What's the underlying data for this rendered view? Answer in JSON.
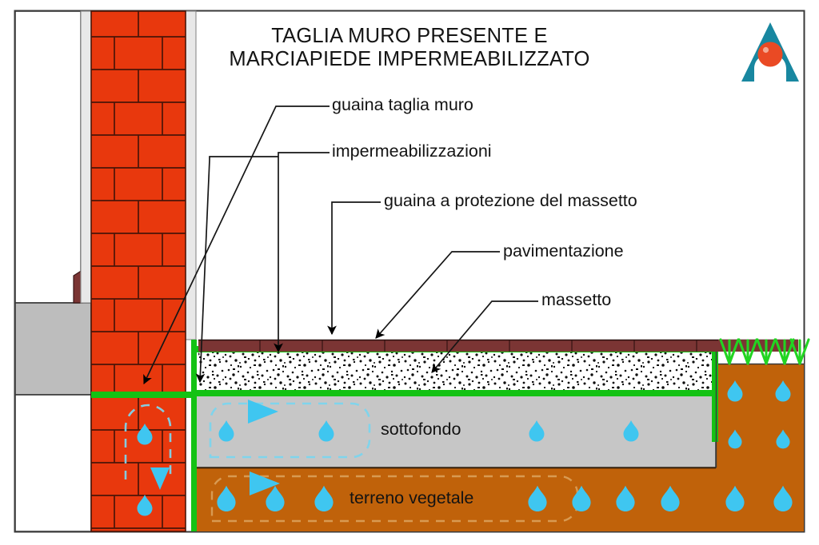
{
  "diagram": {
    "title_line1": "TAGLIA MURO PRESENTE E",
    "title_line2": "MARCIAPIEDE IMPERMEABILIZZATO",
    "language": "it",
    "type": "building-section-detail"
  },
  "logo": {
    "name": "azienda-logo",
    "shape": "letter-A-with-circle",
    "color_primary": "#1887A0",
    "color_accent": "#EA4A24"
  },
  "callouts": [
    {
      "id": "guaina-taglia-muro",
      "label": "guaina taglia muro"
    },
    {
      "id": "impermeabilizzazioni",
      "label": "impermeabilizzazioni"
    },
    {
      "id": "guaina-massetto",
      "label": "guaina a protezione del massetto"
    },
    {
      "id": "pavimentazione",
      "label": "pavimentazione"
    },
    {
      "id": "massetto",
      "label": "massetto"
    }
  ],
  "layer_labels": [
    {
      "id": "sottofondo",
      "label": "sottofondo"
    },
    {
      "id": "terreno-vegetale",
      "label": "terreno vegetale"
    }
  ],
  "layers": {
    "pavimentazione": {
      "label": "pavimentazione",
      "color": "#7B3534"
    },
    "guaina": {
      "label": "guaina",
      "color": "#14C214"
    },
    "massetto": {
      "label": "massetto",
      "color": "#FFFFFF",
      "aggregate_color": "#111111"
    },
    "sottofondo": {
      "label": "sottofondo",
      "color": "#C6C6C6"
    },
    "terreno_vegetale": {
      "label": "terreno vegetale",
      "color": "#C0620A"
    },
    "muratura": {
      "label": "muratura",
      "color": "#E8380D",
      "mortar_color": "#4A1508"
    },
    "intonaco": {
      "label": "intonaco",
      "color": "#E8E8E8"
    },
    "solaio_interno": {
      "label": "solaio interno",
      "color": "#BDBDBD"
    },
    "battiscopa": {
      "label": "battiscopa",
      "color": "#7B3534"
    }
  },
  "symbols": {
    "water_drop": {
      "name": "water-drop-icon",
      "color": "#3FC6F0",
      "count_total": 22
    },
    "flow_arrow": {
      "name": "flow-arrow-icon",
      "color": "#3FC6F0",
      "direction": "right"
    },
    "grass": {
      "name": "grass-tuft-icon",
      "color": "#22D422",
      "count": 5
    },
    "leader_arrow": {
      "name": "leader-arrow-icon",
      "color": "#000000"
    }
  },
  "colors": {
    "frame": "#3A3A3A",
    "background": "#FFFFFF",
    "text": "#131313",
    "membrane_green": "#14C214",
    "water_blue": "#3FC6F0",
    "brick_red": "#E8380D",
    "soil_orange": "#C0620A",
    "substrate_gray": "#C6C6C6"
  }
}
